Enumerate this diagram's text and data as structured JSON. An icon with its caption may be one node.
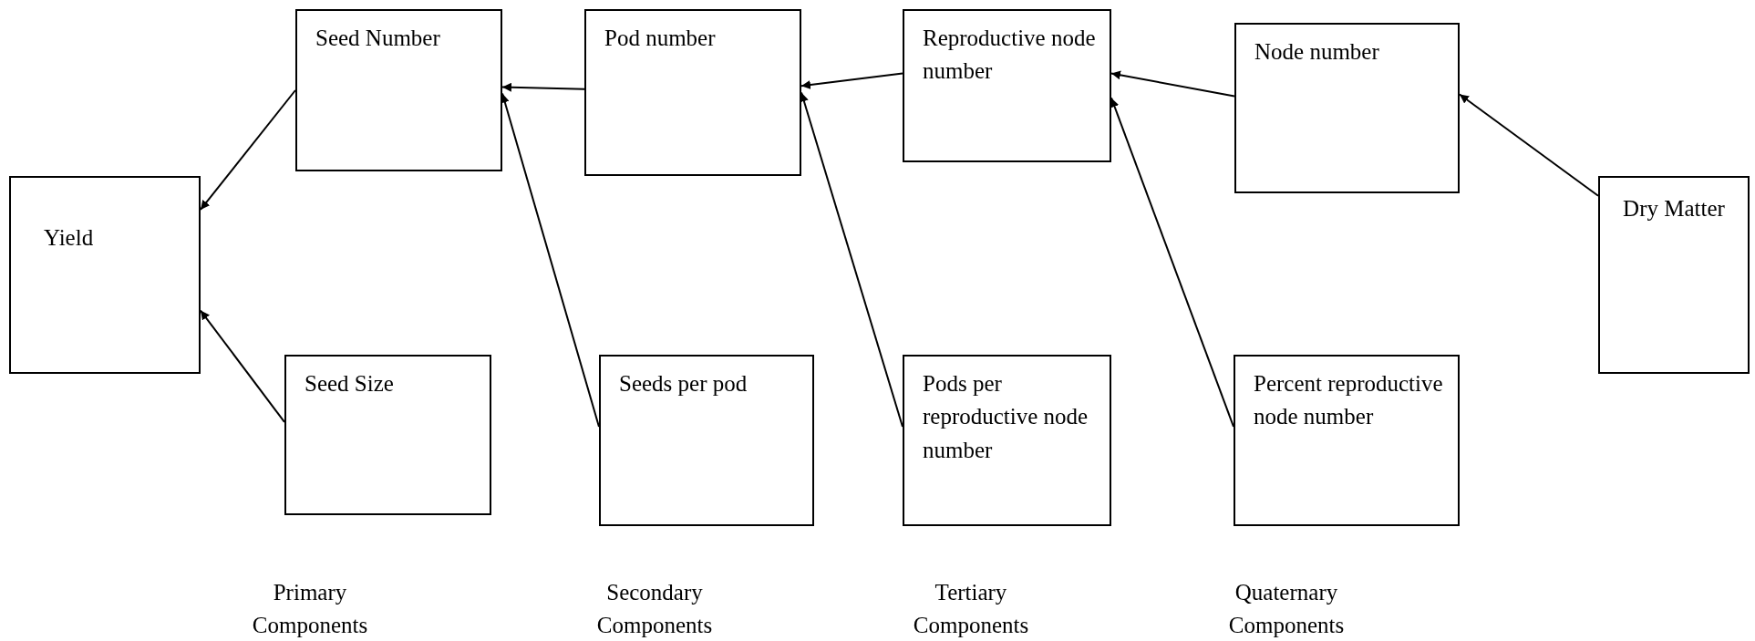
{
  "diagram": {
    "nodes": [
      {
        "text": [
          "Yield"
        ]
      },
      {
        "text": [
          "Seed Number"
        ]
      },
      {
        "text": [
          "Pod number"
        ]
      },
      {
        "text": [
          "Reproductive node number"
        ]
      },
      {
        "text": [
          "Node number"
        ]
      },
      {
        "text": [
          "Dry Matter"
        ]
      },
      {
        "text": [
          "Seed Size"
        ]
      },
      {
        "text": [
          "Seeds per pod"
        ]
      },
      {
        "text": [
          "Pods per reproductive node number"
        ]
      },
      {
        "text": [
          "Percent reproductive node number"
        ]
      }
    ],
    "edges": [
      {
        "from": 1,
        "to": 0,
        "arrow": "to"
      },
      {
        "from": 6,
        "to": 0,
        "arrow": "to"
      },
      {
        "from": 2,
        "to": 1,
        "arrow": "to"
      },
      {
        "from": 7,
        "to": 1,
        "arrow": "to"
      },
      {
        "from": 3,
        "to": 2,
        "arrow": "to"
      },
      {
        "from": 8,
        "to": 2,
        "arrow": "to"
      },
      {
        "from": 4,
        "to": 3,
        "arrow": "to"
      },
      {
        "from": 9,
        "to": 3,
        "arrow": "to"
      },
      {
        "from": 5,
        "to": 4,
        "arrow": "to"
      }
    ],
    "labels": [
      "Primary Components",
      "Secondary Components",
      "Tertiary Components",
      "Quaternary Components"
    ]
  }
}
